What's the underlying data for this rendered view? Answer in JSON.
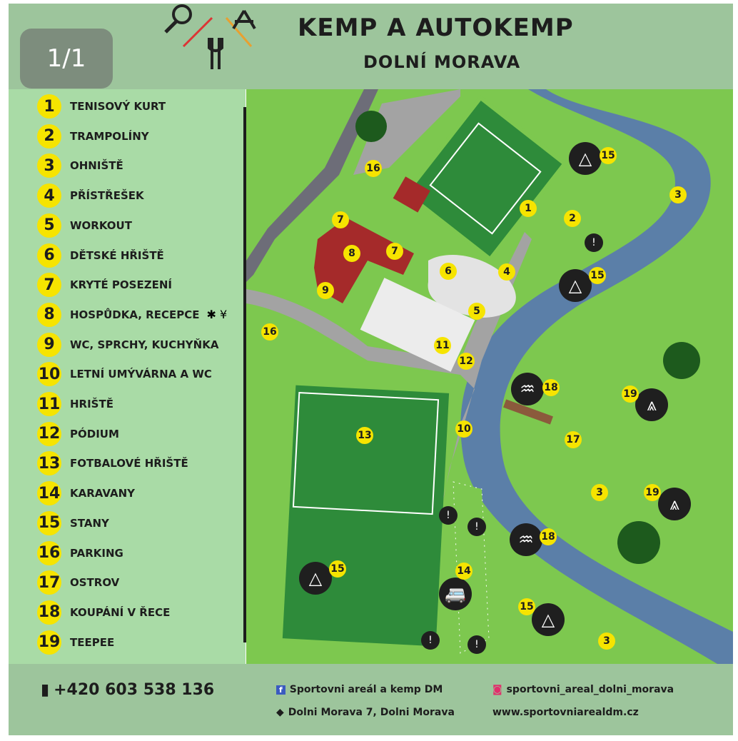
{
  "viewer": {
    "page_indicator": "1/1"
  },
  "header": {
    "title": "KEMP A AUTOKEMP",
    "subtitle": "DOLNÍ MORAVA"
  },
  "legend": [
    {
      "n": "1",
      "label": "TENISOVÝ KURT"
    },
    {
      "n": "2",
      "label": "TRAMPOLÍNY"
    },
    {
      "n": "3",
      "label": "OHNIŠTĚ"
    },
    {
      "n": "4",
      "label": "PŘÍSTŘEŠEK"
    },
    {
      "n": "5",
      "label": "WORKOUT"
    },
    {
      "n": "6",
      "label": "DĚTSKÉ HŘIŠTĚ"
    },
    {
      "n": "7",
      "label": "KRYTÉ POSEZENÍ"
    },
    {
      "n": "8",
      "label": "HOSPŮDKA, RECEPCE"
    },
    {
      "n": "9",
      "label": "WC, SPRCHY, KUCHYŇKA"
    },
    {
      "n": "10",
      "label": "LETNÍ UMÝVÁRNA A WC"
    },
    {
      "n": "11",
      "label": "HRIŠTĚ"
    },
    {
      "n": "12",
      "label": "PÓDIUM"
    },
    {
      "n": "13",
      "label": "FOTBALOVÉ HŘIŠTĚ"
    },
    {
      "n": "14",
      "label": "KARAVANY"
    },
    {
      "n": "15",
      "label": "STANY"
    },
    {
      "n": "16",
      "label": "PARKING"
    },
    {
      "n": "17",
      "label": "OSTROV"
    },
    {
      "n": "18",
      "label": "KOUPÁNÍ V ŘECE"
    },
    {
      "n": "19",
      "label": "TEEPEE"
    }
  ],
  "map": {
    "markers": [
      "1",
      "2",
      "3",
      "3",
      "3",
      "4",
      "5",
      "6",
      "7",
      "7",
      "8",
      "9",
      "10",
      "11",
      "12",
      "13",
      "14",
      "15",
      "15",
      "15",
      "15",
      "16",
      "16",
      "17",
      "18",
      "18",
      "19",
      "19"
    ]
  },
  "footer": {
    "phone": "+420 603 538 136",
    "facebook": "Sportovni areál a kemp DM",
    "address": "Dolni Morava 7, Dolni Morava",
    "instagram": "sportovni_areal_dolni_morava",
    "website": "www.sportovniarealdm.cz"
  },
  "colors": {
    "header": "#9dc59c",
    "legend": "#a9dba6",
    "grass": "#7dc84f",
    "marker": "#f6e400",
    "river": "#5b7fa8"
  }
}
